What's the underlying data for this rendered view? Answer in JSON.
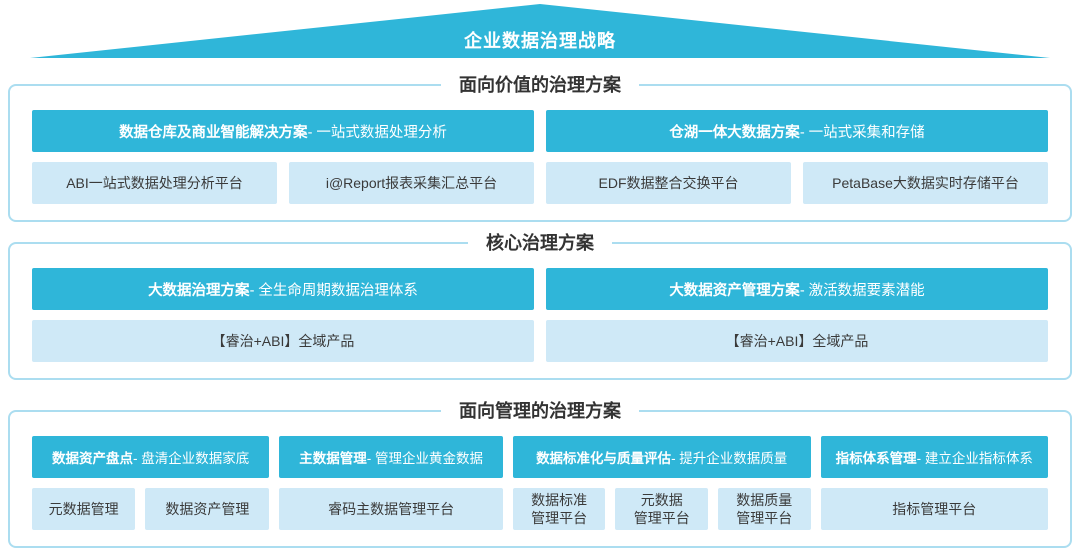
{
  "roof": {
    "title": "企业数据治理战略"
  },
  "colors": {
    "accent_cyan": "#2fb6d9",
    "light_blue_box": "#cfe9f7",
    "panel_border": "#abddf0",
    "heading_text": "#333333",
    "header_text": "#ffffff"
  },
  "sections": [
    {
      "title": "面向价值的治理方案",
      "groups": [
        {
          "header_bold": "数据仓库及商业智能解决方案",
          "header_rest": " - 一站式数据处理分析",
          "items": [
            "ABI一站式数据处理分析平台",
            "i@Report报表采集汇总平台"
          ]
        },
        {
          "header_bold": "仓湖一体大数据方案",
          "header_rest": " - 一站式采集和存储",
          "items": [
            "EDF数据整合交换平台",
            "PetaBase大数据实时存储平台"
          ]
        }
      ]
    },
    {
      "title": "核心治理方案",
      "groups": [
        {
          "header_bold": "大数据治理方案",
          "header_rest": " - 全生命周期数据治理体系",
          "items": [
            "【睿治+ABI】全域产品"
          ]
        },
        {
          "header_bold": "大数据资产管理方案",
          "header_rest": " - 激活数据要素潜能",
          "items": [
            "【睿治+ABI】全域产品"
          ]
        }
      ]
    },
    {
      "title": "面向管理的治理方案",
      "groups": [
        {
          "header_bold": "数据资产盘点",
          "header_rest": " - 盘清企业数据家底",
          "items": [
            "元数据管理",
            "数据资产管理"
          ]
        },
        {
          "header_bold": "主数据管理",
          "header_rest": " - 管理企业黄金数据",
          "items": [
            "睿码主数据管理平台"
          ]
        },
        {
          "header_bold": "数据标准化与质量评估",
          "header_rest": " - 提升企业数据质量",
          "items": [
            "数据标准\n管理平台",
            "元数据\n管理平台",
            "数据质量\n管理平台"
          ]
        },
        {
          "header_bold": "指标体系管理",
          "header_rest": " - 建立企业指标体系",
          "items": [
            "指标管理平台"
          ]
        }
      ]
    }
  ]
}
